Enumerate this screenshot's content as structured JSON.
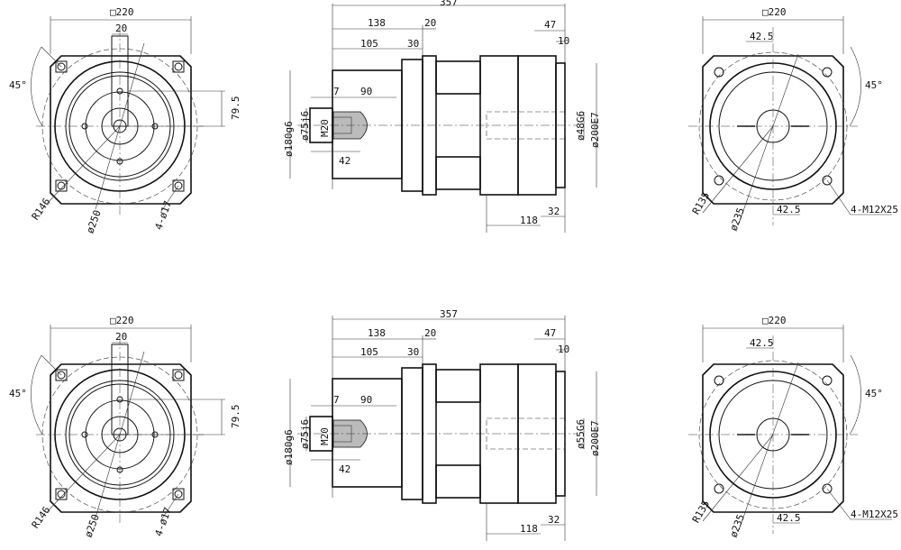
{
  "drawings": [
    {
      "front": {
        "square": "□220",
        "key_width": "20",
        "angle": "45°",
        "key_height": "79.5",
        "radius": "R146",
        "pitch_dia": "ø250",
        "holes": "4-ø17"
      },
      "side": {
        "total_length": "357",
        "len_138": "138",
        "len_20": "20",
        "len_105": "105",
        "len_30": "30",
        "len_47": "47",
        "len_10": "10",
        "len_7": "7",
        "len_90": "90",
        "len_42": "42",
        "len_118": "118",
        "len_32": "32",
        "pilot_dia": "ø180g6",
        "shaft_dia": "ø75j6",
        "thread": "M20",
        "bore_dia": "ø48G6",
        "flange_dia": "ø200E7"
      },
      "rear": {
        "square": "□220",
        "offset_top": "42.5",
        "angle": "45°",
        "radius": "R135",
        "pitch_dia": "ø235",
        "offset_bottom": "42.5",
        "tapped_holes": "4-M12X25"
      }
    },
    {
      "front": {
        "square": "□220",
        "key_width": "20",
        "angle": "45°",
        "key_height": "79.5",
        "radius": "R146",
        "pitch_dia": "ø250",
        "holes": "4-ø17"
      },
      "side": {
        "total_length": "357",
        "len_138": "138",
        "len_20": "20",
        "len_105": "105",
        "len_30": "30",
        "len_47": "47",
        "len_10": "10",
        "len_7": "7",
        "len_90": "90",
        "len_42": "42",
        "len_118": "118",
        "len_32": "32",
        "pilot_dia": "ø180g6",
        "shaft_dia": "ø75j6",
        "thread": "M20",
        "bore_dia": "ø55G6",
        "flange_dia": "ø200E7"
      },
      "rear": {
        "square": "□220",
        "offset_top": "42.5",
        "angle": "45°",
        "radius": "R135",
        "pitch_dia": "ø235",
        "offset_bottom": "42.5",
        "tapped_holes": "4-M12X25"
      }
    }
  ]
}
